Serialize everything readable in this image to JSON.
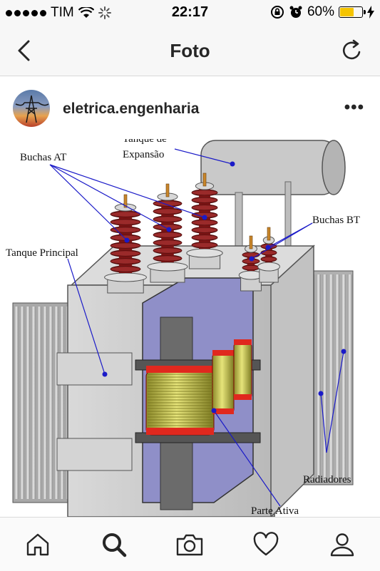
{
  "status_bar": {
    "carrier": "TIM",
    "time": "22:17",
    "battery_percent": "60%",
    "battery_level": 0.6,
    "battery_color": "#f5c400"
  },
  "nav": {
    "title": "Foto",
    "back_icon": "chevron-left-icon",
    "refresh_icon": "refresh-icon"
  },
  "post": {
    "username": "eletrica.engenharia",
    "more_icon": "more-horizontal-icon"
  },
  "figure": {
    "labels": {
      "buchas_at": "Buchas AT",
      "tanque_expansao_line1": "Tanque de",
      "tanque_expansao_line2": "Expansão",
      "tanque_principal": "Tanque Principal",
      "buchas_bt": "Buchas BT",
      "radiadores": "Radiadores",
      "parte_ativa": "Parte Ativa"
    }
  },
  "tab_bar": {
    "items": [
      "home-icon",
      "search-icon",
      "camera-icon",
      "heart-icon",
      "profile-icon"
    ],
    "active": "search-icon"
  }
}
